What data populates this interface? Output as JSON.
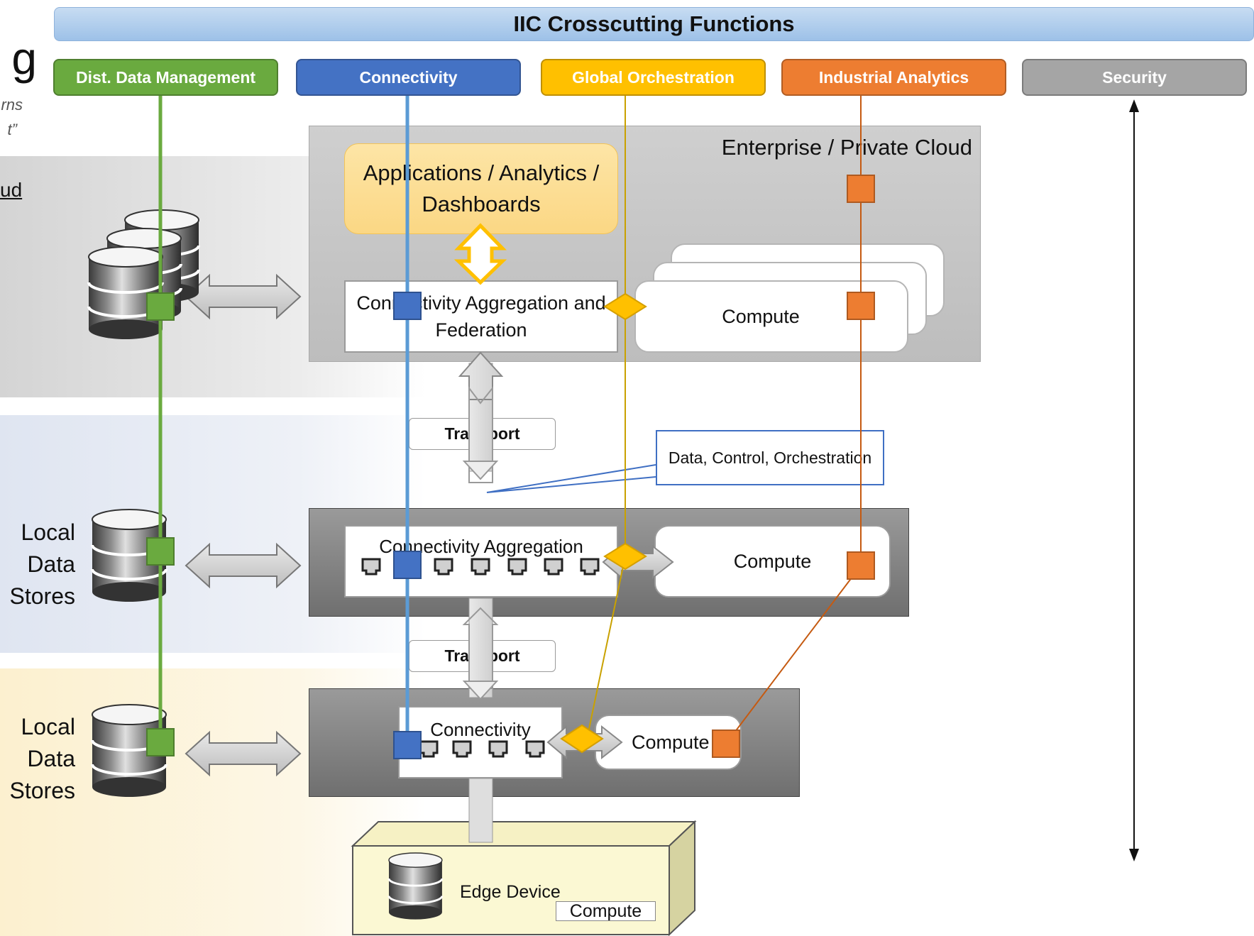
{
  "partial_text": {
    "big_letter": "g",
    "italic_line1": "rns",
    "italic_line2": "t”",
    "cloud_label": "ud"
  },
  "banner": {
    "title": "IIC Crosscutting Functions"
  },
  "functions": [
    {
      "label": "Dist. Data Management",
      "color": "#6aaa3f"
    },
    {
      "label": "Connectivity",
      "color": "#4472c4"
    },
    {
      "label": "Global Orchestration",
      "color": "#ffc000"
    },
    {
      "label": "Industrial Analytics",
      "color": "#ed7d31"
    },
    {
      "label": "Security",
      "color": "#a5a5a5"
    }
  ],
  "cloud": {
    "title": "Enterprise / Private Cloud",
    "apps": "Applications / Analytics / Dashboards",
    "conn_agg_fed": "Connectivity Aggregation and Federation",
    "compute": "Compute"
  },
  "transport": [
    "Transport",
    "Transport"
  ],
  "callout": "Data, Control, Orchestration",
  "fog": {
    "conn_agg": "Connectivity Aggregation",
    "compute": "Compute",
    "stores_label": "Local Data Stores"
  },
  "edge": {
    "connectivity": "Connectivity",
    "compute": "Compute",
    "stores_label": "Local Data Stores"
  },
  "edge_device": {
    "label": "Edge Device",
    "compute": "Compute"
  }
}
